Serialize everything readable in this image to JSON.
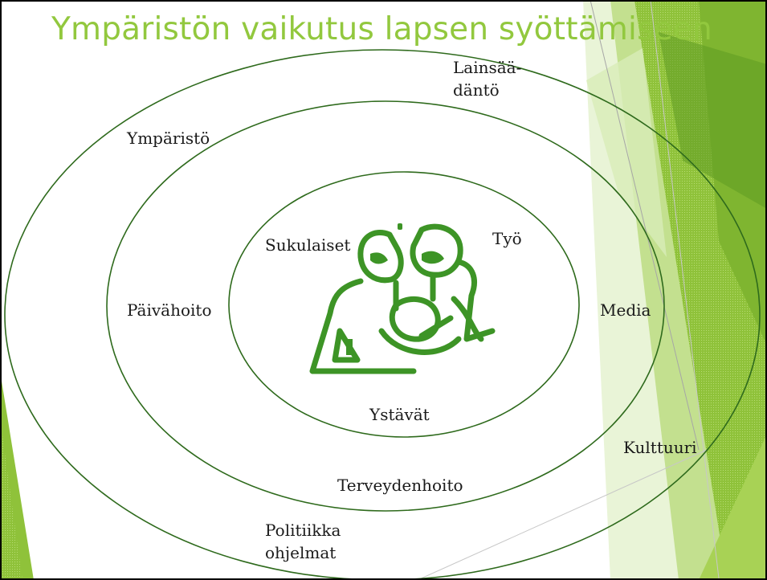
{
  "slide": {
    "title": "Ympäristön vaikutus lapsen syöttämiseen",
    "accent_color": "#92c83e",
    "ring_color": "#2e6a1c",
    "icon_color": "#3d9426",
    "picture": "family-icon"
  },
  "labels": {
    "lainsaadanto_1": "Lainsää-",
    "lainsaadanto_2": "däntö",
    "ymparisto": "Ympäristö",
    "sukulaiset": "Sukulaiset",
    "tyo": "Työ",
    "paivahoito": "Päivähoito",
    "media": "Media",
    "ystavat": "Ystävät",
    "kulttuuri": "Kulttuuri",
    "terveydenhoito": "Terveydenhoito",
    "politiikka_1": "Politiikka",
    "politiikka_2": "ohjelmat"
  }
}
